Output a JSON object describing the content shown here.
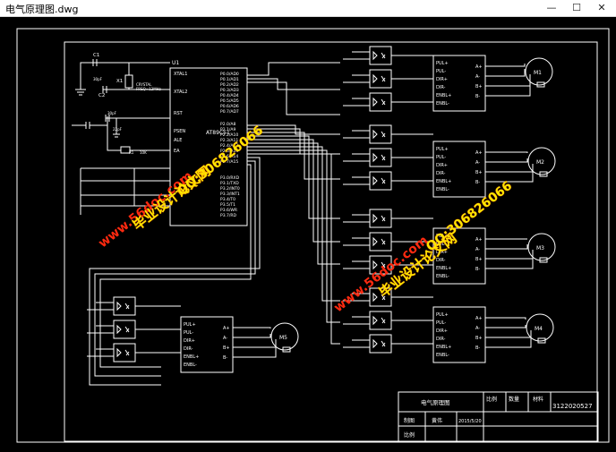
{
  "window": {
    "title": "电气原理图.dwg"
  },
  "colors": {
    "background": "#000000",
    "lines": "#ffffff",
    "watermark_red": "#ff2a10",
    "watermark_yellow": "#ffe600"
  },
  "mcu": {
    "label": "U1",
    "chip": "AT89C51",
    "pins_left": [
      "XTAL1",
      "XTAL2",
      "RST",
      "PSEN",
      "ALE",
      "EA"
    ],
    "pins_right_p0": [
      "P0.0/AD0",
      "P0.1/AD1",
      "P0.2/AD2",
      "P0.3/AD3",
      "P0.4/AD4",
      "P0.5/AD5",
      "P0.6/AD6",
      "P0.7/AD7"
    ],
    "pins_right_p2": [
      "P2.0/A8",
      "P2.1/A9",
      "P2.2/A10",
      "P2.3/A11",
      "P2.4/A12",
      "P2.5/A13",
      "P2.6/A14",
      "P2.7/A15"
    ],
    "pins_right_p3": [
      "P3.0/RXD",
      "P3.1/TXD",
      "P3.2/INT0",
      "P3.3/INT1",
      "P3.4/T0",
      "P3.5/T1",
      "P3.6/WR",
      "P3.7/RD"
    ]
  },
  "components": {
    "c1": "C1",
    "c1_val": "30pF",
    "c2": "C2",
    "c2_val": "30pF",
    "x1": "X1",
    "crystal": "CRYSTAL",
    "freq": "FREQ=12MHz",
    "c3_val": "22pF",
    "r1": "R1",
    "r1_val": "10K"
  },
  "driver_pins": [
    "PUL+",
    "PUL-",
    "DIR+",
    "DIR-",
    "ENBL+",
    "ENBL-"
  ],
  "motor_pins": [
    "A+",
    "A-",
    "B+",
    "B-"
  ],
  "motors": [
    "M1",
    "M2",
    "M3",
    "M4",
    "M5"
  ],
  "title_block": {
    "name": "电气原理图",
    "col_ratio": "比例",
    "col_qty": "数量",
    "col_material": "材料",
    "drawing_no": "3122020527",
    "row_drawn": "制图",
    "drawn_by": "黄伟",
    "date": "2015/5/20",
    "row_ratio": "比例"
  },
  "watermarks": {
    "site": "www.56doc.com",
    "name": "毕业设计论文网",
    "qq": "QQ:306826066"
  }
}
